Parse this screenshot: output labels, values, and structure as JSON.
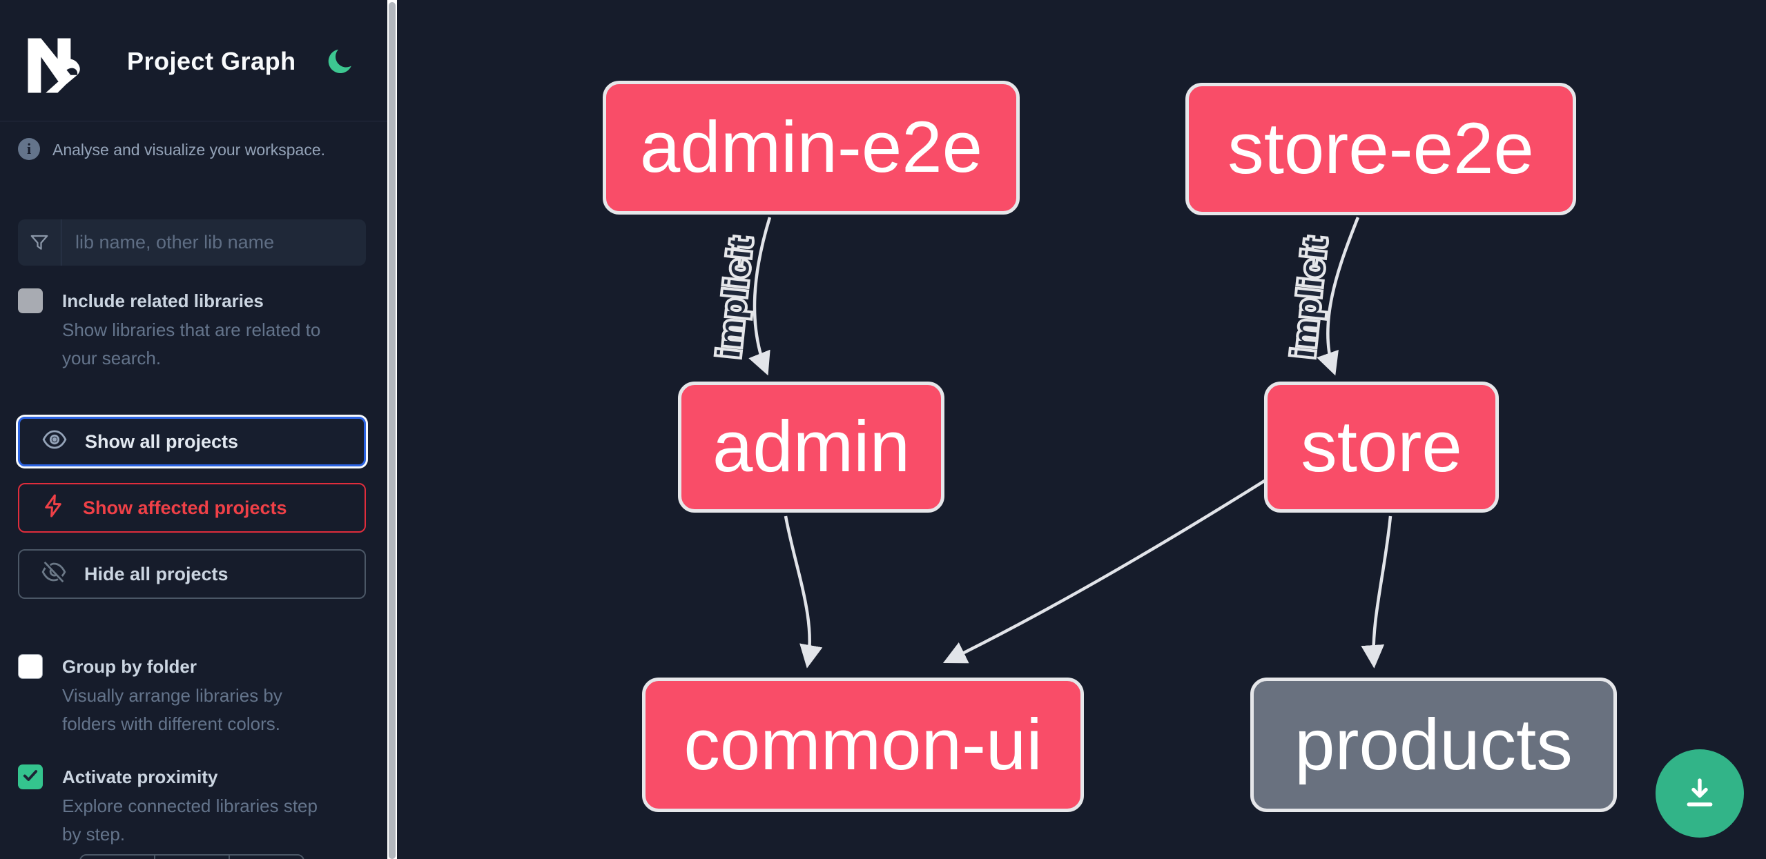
{
  "app": {
    "title": "Project Graph",
    "logo": "nx-logo",
    "theme_toggle_icon": "moon-icon"
  },
  "sidebar": {
    "tagline": "Analyse and visualize your workspace.",
    "search": {
      "placeholder": "lib name, other lib name",
      "value": "",
      "icon": "filter-funnel-icon"
    },
    "toggles": [
      {
        "label": "Include related libraries",
        "description": "Show libraries that are related to your search.",
        "checked": false
      },
      {
        "label": "Group by folder",
        "description": "Visually arrange libraries by folders with different colors.",
        "checked": false
      },
      {
        "label": "Activate proximity",
        "description": "Explore connected libraries step by step.",
        "checked": true
      }
    ],
    "buttons": [
      {
        "label": "Show all projects",
        "icon": "eye-icon",
        "state": "focused",
        "accent": "#2c63e2"
      },
      {
        "label": "Show affected projects",
        "icon": "bolt-icon",
        "accent": "#e02d3c"
      },
      {
        "label": "Hide all projects",
        "icon": "eye-off-icon",
        "accent": "#4b5766"
      }
    ]
  },
  "graph": {
    "edge_label": "implicit",
    "nodes": [
      {
        "id": "admin-e2e",
        "label": "admin-e2e",
        "color": "#f94d68"
      },
      {
        "id": "store-e2e",
        "label": "store-e2e",
        "color": "#f94d68"
      },
      {
        "id": "admin",
        "label": "admin",
        "color": "#f94d68"
      },
      {
        "id": "store",
        "label": "store",
        "color": "#f94d68"
      },
      {
        "id": "common-ui",
        "label": "common-ui",
        "color": "#f94d68"
      },
      {
        "id": "products",
        "label": "products",
        "color": "#69717f"
      }
    ],
    "edges": [
      {
        "source": "admin-e2e",
        "target": "admin",
        "type": "implicit"
      },
      {
        "source": "store-e2e",
        "target": "store",
        "type": "implicit"
      },
      {
        "source": "admin",
        "target": "common-ui",
        "type": "static"
      },
      {
        "source": "store",
        "target": "common-ui",
        "type": "static"
      },
      {
        "source": "store",
        "target": "products",
        "type": "static"
      }
    ]
  },
  "fab": {
    "icon": "download-icon"
  },
  "colors": {
    "background": "#161c2b",
    "node_affected": "#f94d68",
    "node_default": "#69717f",
    "node_border": "#e6e7ea",
    "edge": "#e2e4e9",
    "green_accent": "#34c48e",
    "fab_green": "#32b488",
    "focus_blue": "#2c63e2",
    "danger_red": "#e02d3c",
    "muted_text": "#64748b"
  }
}
